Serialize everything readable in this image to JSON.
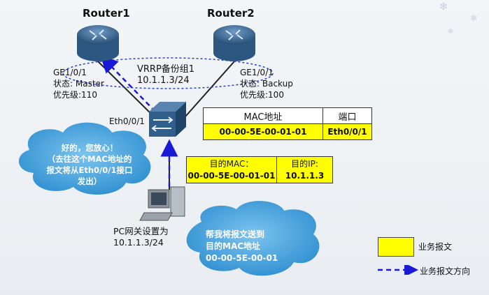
{
  "router1": {
    "title": "Router1",
    "port": "GE1/0/1",
    "state": "状态: Master",
    "priority": "优先级:110"
  },
  "router2": {
    "title": "Router2",
    "port": "GE1/0/1",
    "state": "状态: Backup",
    "priority": "优先级:100"
  },
  "vrrp": {
    "group": "VRRP备份组1",
    "ip": "10.1.1.3/24"
  },
  "switch": {
    "port": "Eth0/0/1"
  },
  "mac_table": {
    "h_mac": "MAC地址",
    "h_port": "端口",
    "mac": "00-00-5E-00-01-01",
    "port": "Eth0/0/1"
  },
  "packet": {
    "mac_label": "目的MAC：",
    "mac_value": "00-00-5E-00-01-01",
    "ip_label": "目的IP:",
    "ip_value": "10.1.1.3"
  },
  "cloud_left": {
    "line1": "好的，您放心！",
    "line2": "（去往这个MAC地址的",
    "line3": "报文将从Eth0/0/1接口",
    "line4": "发出）"
  },
  "cloud_bottom": {
    "line1": "帮我将报文送到",
    "line2": "目的MAC地址",
    "line3": "00-00-5E-00-01"
  },
  "pc": {
    "line1": "PC网关设置为",
    "line2": "10.1.1.3/24"
  },
  "legend": {
    "box_label": "业务报文",
    "arrow_label": "业务报文方向"
  },
  "colors": {
    "yellow": "#ffff00",
    "arrow": "#1a1ad6",
    "cloud": "#3f9fd8",
    "router": "#2f5f8a"
  }
}
